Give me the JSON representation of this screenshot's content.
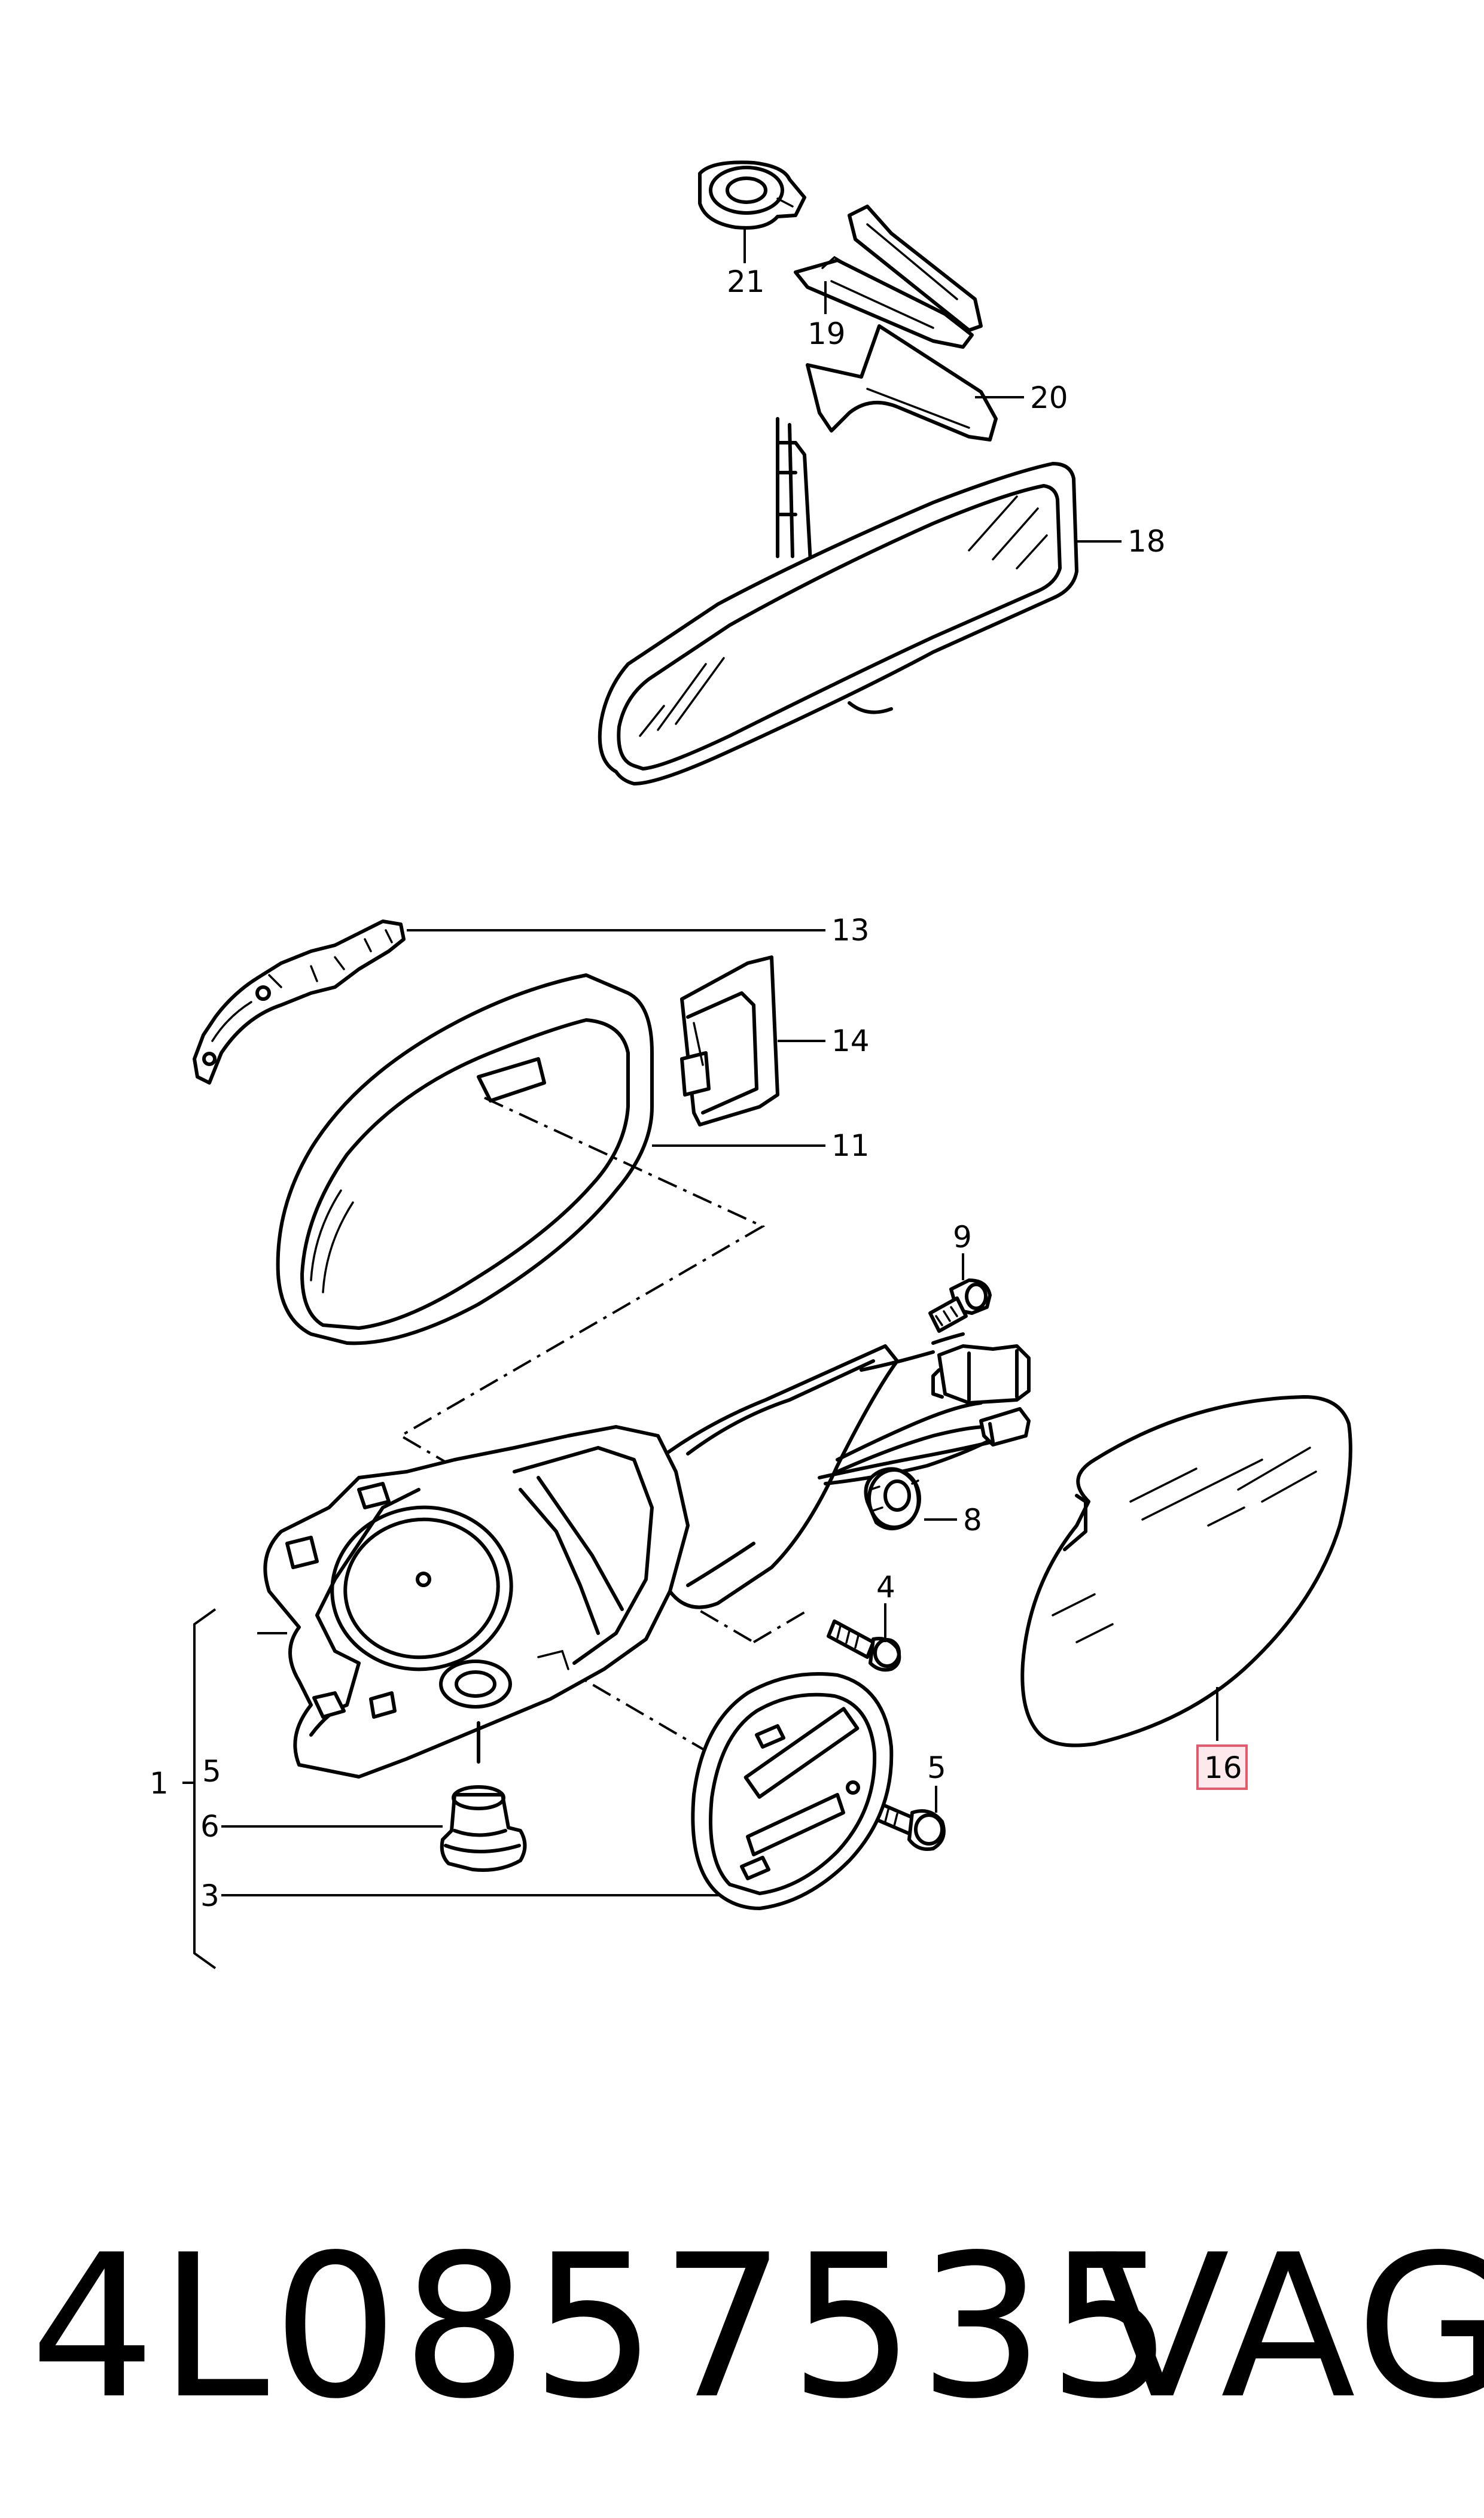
{
  "callouts": {
    "c1": "1",
    "c3": "3",
    "c4": "4",
    "c5a": "5",
    "c5b": "5",
    "c6": "6",
    "c8": "8",
    "c9": "9",
    "c11": "11",
    "c13": "13",
    "c14": "14",
    "c16": "16",
    "c18": "18",
    "c19": "19",
    "c20": "20",
    "c21": "21"
  },
  "highlighted_callout": "16",
  "colors": {
    "line": "#000000",
    "highlight_border": "#e6596d",
    "highlight_fill": "#fde8ec"
  },
  "footer": {
    "part_number": "4L0857535",
    "brand": "VAG"
  }
}
